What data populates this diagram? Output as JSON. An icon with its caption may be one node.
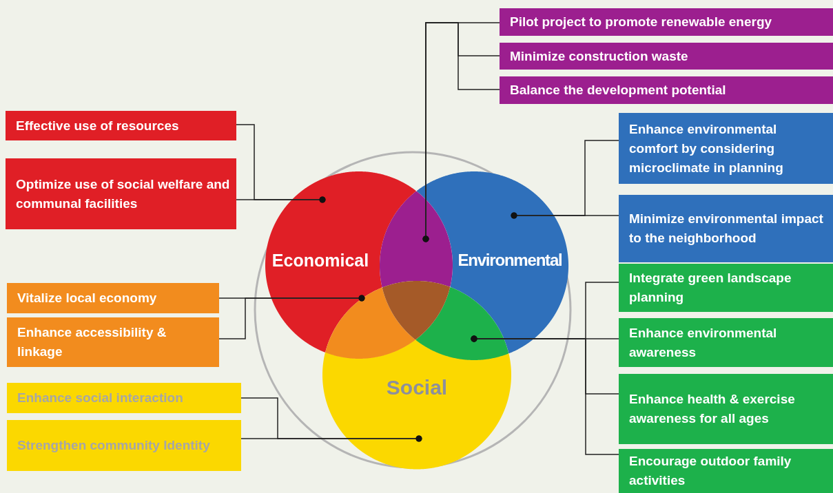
{
  "diagram": {
    "nodes": [
      {
        "text": [
          "Pilot project to promote renewable energy"
        ]
      },
      {
        "text": [
          "Minimize construction waste"
        ]
      },
      {
        "text": [
          "Balance the development potential"
        ]
      },
      {
        "text": [
          "Effective use of resources"
        ]
      },
      {
        "text": [
          "Optimize use of social welfare and communal facilities"
        ]
      },
      {
        "text": [
          "Enhance environmental comfort by considering microclimate in planning"
        ]
      },
      {
        "text": [
          "Minimize environmental impact to the neighborhood"
        ]
      },
      {
        "text": [
          "Economical"
        ]
      },
      {
        "text": [
          "Environmental"
        ]
      },
      {
        "text": [],
        "shape": "lens"
      },
      {
        "text": [
          "Vitalize local economy"
        ]
      },
      {
        "text": [
          "Enhance accessibility & linkage"
        ]
      },
      {
        "text": [
          "Integrate green landscape planning"
        ]
      },
      {
        "text": [],
        "shape": "lens"
      },
      {
        "text": [],
        "shape": "lens"
      },
      {
        "text": [
          "Enhance environmental awareness"
        ]
      },
      {
        "text": [
          "Social"
        ]
      },
      {
        "text": [
          "Enhance social interaction"
        ]
      },
      {
        "text": [
          "Strengthen community Identity"
        ]
      },
      {
        "text": [
          "Enhance health & exercise awareness for all ages"
        ]
      },
      {
        "text": [
          "Encourage outdoor family activities"
        ]
      },
      {
        "text": [],
        "shape": "triangle"
      }
    ],
    "edges": [
      {
        "from": 0,
        "to": 9,
        "arrow": "other"
      },
      {
        "from": 1,
        "to": 9,
        "arrow": "other"
      },
      {
        "from": 2,
        "to": 9,
        "arrow": "other"
      },
      {
        "from": 3,
        "to": 7,
        "arrow": "other"
      },
      {
        "from": 4,
        "to": 7,
        "arrow": "other"
      },
      {
        "from": 5,
        "to": 8,
        "arrow": "other"
      },
      {
        "from": 6,
        "to": 8,
        "arrow": "other"
      },
      {
        "from": 10,
        "to": 13,
        "arrow": "other"
      },
      {
        "from": 11,
        "to": 13,
        "arrow": "other"
      },
      {
        "from": 12,
        "to": 14,
        "arrow": "other"
      },
      {
        "from": 15,
        "to": 14,
        "arrow": "other"
      },
      {
        "from": 19,
        "to": 14,
        "arrow": "other"
      },
      {
        "from": 20,
        "to": 14,
        "arrow": "other"
      },
      {
        "from": 17,
        "to": 16,
        "arrow": "other"
      },
      {
        "from": 18,
        "to": 16,
        "arrow": "other"
      }
    ]
  }
}
